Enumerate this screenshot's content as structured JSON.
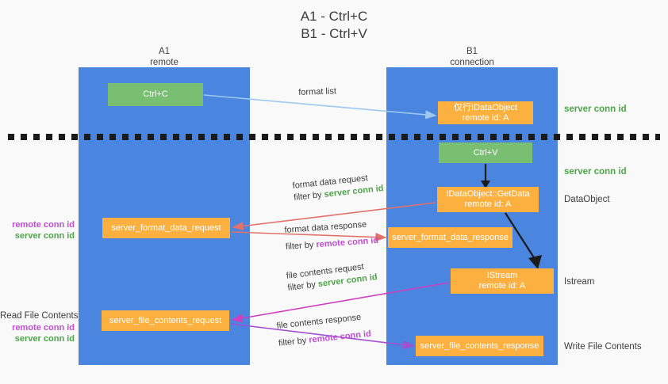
{
  "title": {
    "line1": "A1 - Ctrl+C",
    "line2": "B1 - Ctrl+V"
  },
  "lanes": [
    {
      "id": "A1",
      "name": "A1",
      "role": "remote",
      "color": "#4a86e0"
    },
    {
      "id": "B1",
      "name": "B1",
      "role": "connection",
      "color": "#4a86e0"
    }
  ],
  "colors": {
    "lane": "#4a86e0",
    "node_green": "#79bf72",
    "node_orange": "#fbb040",
    "server_conn": "#4fa34a",
    "remote_conn": "#c04fd0",
    "arrow_blue": "#9dc8f0",
    "arrow_red": "#e0726a",
    "arrow_magenta": "#cc3fbe",
    "arrow_purple": "#a24fd0",
    "arrow_black": "#1a1a1a",
    "divider": "#1a1a1a",
    "background": "#f9f9f9"
  },
  "nodes": {
    "ctrl_c": {
      "label": "Ctrl+C",
      "sub": "",
      "kind": "green"
    },
    "idataobject": {
      "label": "仅行IDataObject",
      "sub": "remote id: A",
      "kind": "orange"
    },
    "ctrl_v": {
      "label": "Ctrl+V",
      "sub": "",
      "kind": "green"
    },
    "getdata": {
      "label": "IDataObject::GetData",
      "sub": "remote id: A",
      "kind": "orange"
    },
    "format_data_request": {
      "label": "server_format_data_request",
      "sub": "",
      "kind": "orange"
    },
    "format_data_response": {
      "label": "server_format_data_response",
      "sub": "",
      "kind": "orange"
    },
    "istream": {
      "label": "IStream",
      "sub": "remote id: A",
      "kind": "orange"
    },
    "file_contents_request": {
      "label": "server_file_contents_request",
      "sub": "",
      "kind": "orange"
    },
    "file_contents_response": {
      "label": "server_file_contents_response",
      "sub": "",
      "kind": "orange"
    }
  },
  "edges": [
    {
      "id": "format_list",
      "line1": "format list",
      "filter_prefix": "",
      "filter_value": "",
      "color": "#9dc8f0"
    },
    {
      "id": "format_data_request",
      "line1": "format data request",
      "filter_prefix": "filter by ",
      "filter_value": "server conn id",
      "filter_kind": "server",
      "color": "#e0726a"
    },
    {
      "id": "format_data_response",
      "line1": "format data response",
      "filter_prefix": "filter by ",
      "filter_value": "remote conn id",
      "filter_kind": "remote",
      "color": "#e0726a"
    },
    {
      "id": "file_contents_request",
      "line1": "file contents request",
      "filter_prefix": "filter by ",
      "filter_value": "server conn id",
      "filter_kind": "server",
      "color": "#cc3fbe"
    },
    {
      "id": "file_contents_response",
      "line1": "file contents response",
      "filter_prefix": "filter by ",
      "filter_value": "remote conn id",
      "filter_kind": "remote",
      "color": "#a24fd0"
    }
  ],
  "right_labels": {
    "server_conn_top": "server conn id",
    "server_conn_mid": "server conn id",
    "dataobject": "DataObject",
    "istream": "Istream",
    "write_file_contents": "Write File Contents"
  },
  "left_labels": {
    "format_group": {
      "title": "",
      "remote": "remote conn id",
      "server": "server conn id"
    },
    "read_group": {
      "title": "Read File Contents",
      "remote": "remote conn id",
      "server": "server conn id"
    }
  }
}
